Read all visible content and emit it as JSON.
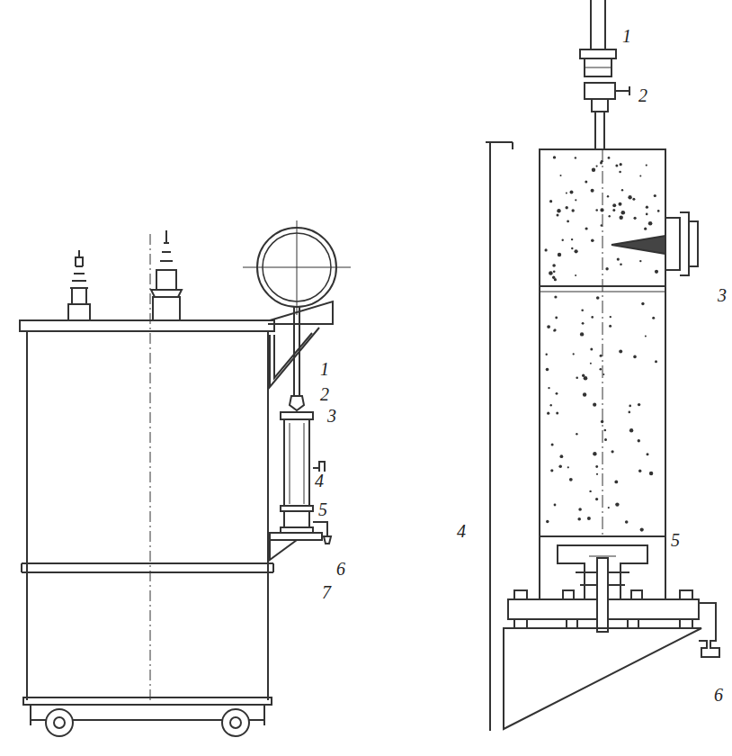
{
  "diagram": {
    "labels": [
      "1",
      "2",
      "3",
      "4",
      "5",
      "6",
      "7",
      "1",
      "2",
      "3",
      "4",
      "5",
      "6"
    ]
  }
}
